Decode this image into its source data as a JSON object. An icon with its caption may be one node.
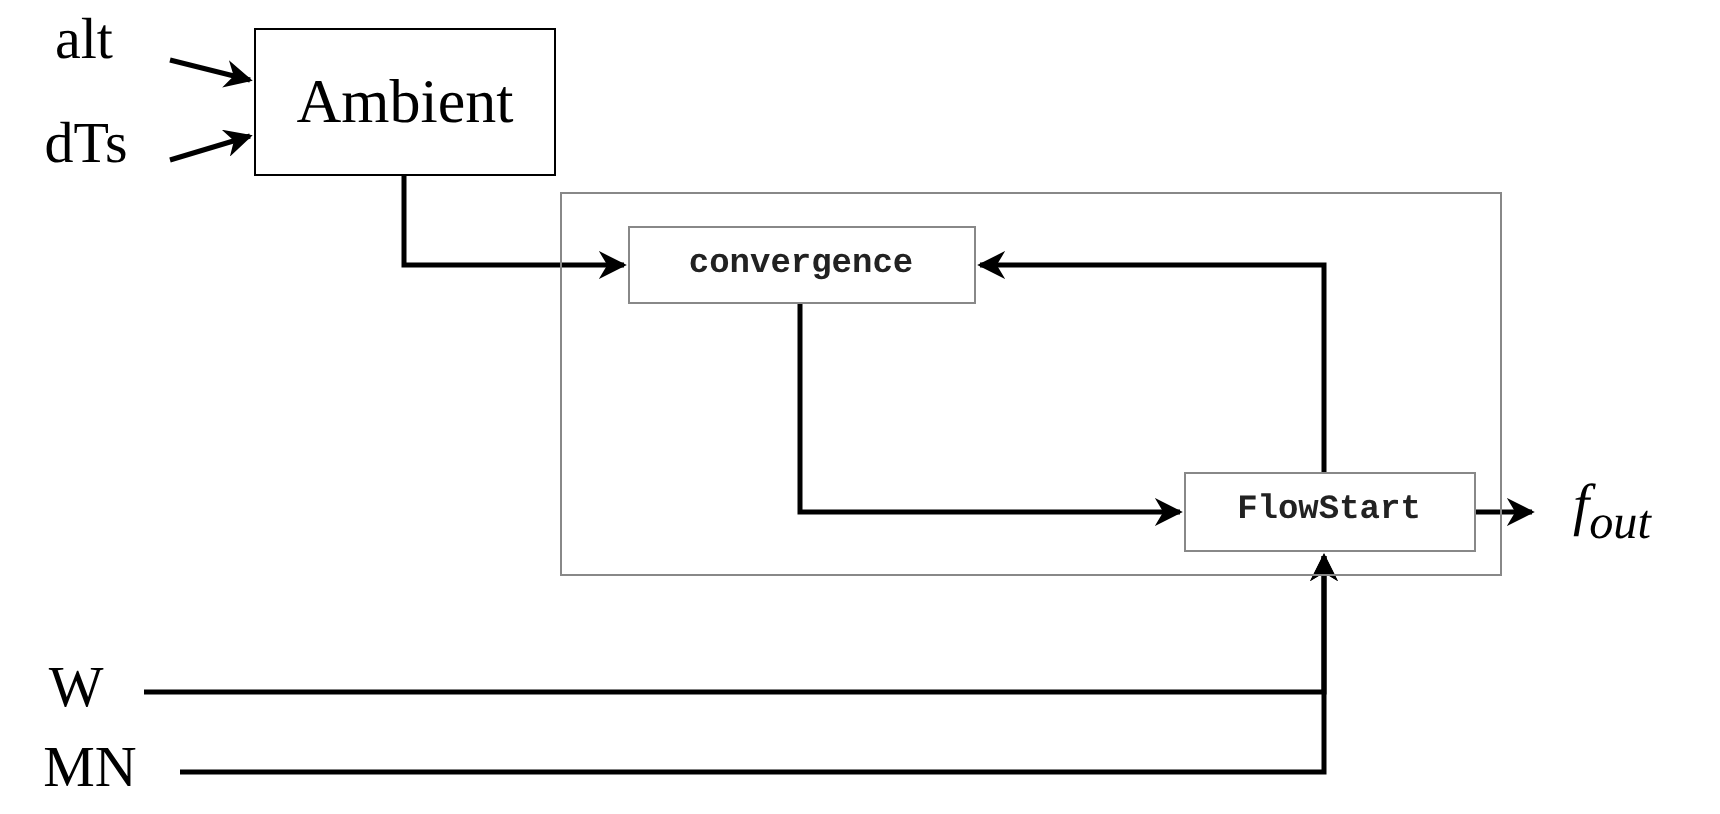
{
  "diagram": {
    "nodes": [
      {
        "text": [
          "alt"
        ]
      },
      {
        "text": [
          "dTs"
        ]
      },
      {
        "text": [
          "Ambient"
        ]
      },
      {
        "text": [],
        "shape": "box"
      },
      {
        "text": [
          "convergence"
        ],
        "in": 3
      },
      {
        "text": [
          "FlowStart"
        ],
        "in": 3
      },
      {
        "text": [
          "f$_{out}$"
        ]
      },
      {
        "text": [
          "W"
        ]
      },
      {
        "text": [
          "MN"
        ]
      }
    ],
    "edges": [
      {
        "from": 0,
        "to": 2,
        "arrow": "to"
      },
      {
        "from": 1,
        "to": 2,
        "arrow": "to"
      },
      {
        "from": 2,
        "to": 4,
        "arrow": "to"
      },
      {
        "from": 4,
        "to": 5,
        "arrow": "to"
      },
      {
        "from": 5,
        "to": 4,
        "arrow": "to"
      },
      {
        "from": 5,
        "to": 6,
        "arrow": "to"
      },
      {
        "from": 7,
        "to": 5,
        "arrow": "to"
      },
      {
        "from": 8,
        "to": 5,
        "arrow": "to"
      }
    ]
  }
}
